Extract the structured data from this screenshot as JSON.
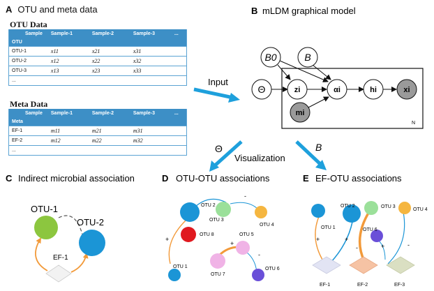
{
  "panels": {
    "a": {
      "letter": "A",
      "title": "OTU and meta data"
    },
    "b": {
      "letter": "B",
      "title": "mLDM graphical model"
    },
    "c": {
      "letter": "C",
      "title": "Indirect microbial association"
    },
    "d": {
      "letter": "D",
      "title": "OTU-OTU associations"
    },
    "e": {
      "letter": "E",
      "title": "EF-OTU associations"
    }
  },
  "otu_table": {
    "section_label": "OTU Data",
    "header_corner": "Sample",
    "header_row_label": "OTU",
    "columns": [
      "Sample-1",
      "Sample-2",
      "Sample-3",
      "..."
    ],
    "rows": [
      {
        "label": "OTU-1",
        "cells": [
          "x11",
          "x21",
          "x31"
        ]
      },
      {
        "label": "OTU-2",
        "cells": [
          "x12",
          "x22",
          "x32"
        ]
      },
      {
        "label": "OTU-3",
        "cells": [
          "x13",
          "x23",
          "x33"
        ]
      },
      {
        "label": "...",
        "cells": [
          "",
          "",
          ""
        ]
      }
    ]
  },
  "meta_table": {
    "section_label": "Meta Data",
    "header_corner": "Sample",
    "header_row_label": "Meta",
    "columns": [
      "Sample-1",
      "Sample-2",
      "Sample-3",
      "..."
    ],
    "rows": [
      {
        "label": "EF-1",
        "cells": [
          "m11",
          "m21",
          "m31"
        ]
      },
      {
        "label": "EF-2",
        "cells": [
          "m12",
          "m22",
          "m32"
        ]
      },
      {
        "label": "...",
        "cells": [
          "",
          "",
          ""
        ]
      }
    ]
  },
  "arrows": {
    "input_label": "Input",
    "visualization_label": "Visualization",
    "theta_label": "Θ",
    "b_label": "B"
  },
  "model": {
    "plate_label": "N",
    "nodes": {
      "b0": "B0",
      "b": "B",
      "theta": "Θ",
      "z": "zi",
      "alpha": "αi",
      "h": "hi",
      "x": "xi",
      "m": "mi"
    }
  },
  "panel_c": {
    "otu1": "OTU-1",
    "otu2": "OTU-2",
    "ef1": "EF-1"
  },
  "panel_d": {
    "nodes": [
      "OTU 2",
      "OTU 3",
      "OTU 4",
      "OTU 8",
      "OTU 5",
      "OTU 7",
      "OTU 6",
      "OTU 1"
    ],
    "signs": [
      "-",
      "+",
      "+",
      "-"
    ]
  },
  "panel_e": {
    "otus": [
      "OTU 1",
      "OTU 2",
      "OTU 3",
      "OTU 6",
      "OTU 4"
    ],
    "efs": [
      "EF-1",
      "EF-2",
      "EF-3"
    ],
    "signs": [
      "+",
      "+",
      "-",
      "+",
      "-"
    ]
  },
  "colors": {
    "table_header": "#3d8fc6",
    "arrow_blue": "#1ea0dc",
    "orange": "#f29a3a",
    "blue_node": "#1b95d6",
    "green_node": "#8cc63f",
    "red_node": "#e0191f",
    "pink_node": "#f0b3e6",
    "purple_node": "#6a4fd8",
    "light_green_node": "#9be09a",
    "orange_node": "#f5b640"
  }
}
